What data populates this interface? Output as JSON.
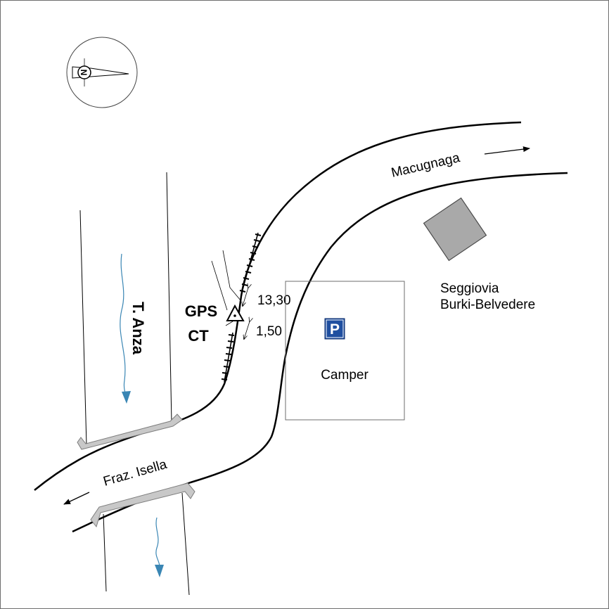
{
  "map": {
    "compass": {
      "north_label": "N"
    },
    "roads": {
      "macugnaga": "Macugnaga",
      "fraz_isella": "Fraz. Isella"
    },
    "river": {
      "name": "T. Anza"
    },
    "gps": {
      "line1": "GPS",
      "line2": "CT"
    },
    "dimensions": {
      "upper": "13,30",
      "lower": "1,50"
    },
    "parking": {
      "symbol": "P",
      "label": "Camper"
    },
    "chairlift": {
      "line1": "Seggiovia",
      "line2": "Burki-Belvedere"
    },
    "colors": {
      "line": "#000000",
      "river_arrow": "#3a86b4",
      "bridge": "#c8c8c8",
      "building": "#a9a9a9",
      "parking_sign": "#1f4fa0"
    }
  }
}
